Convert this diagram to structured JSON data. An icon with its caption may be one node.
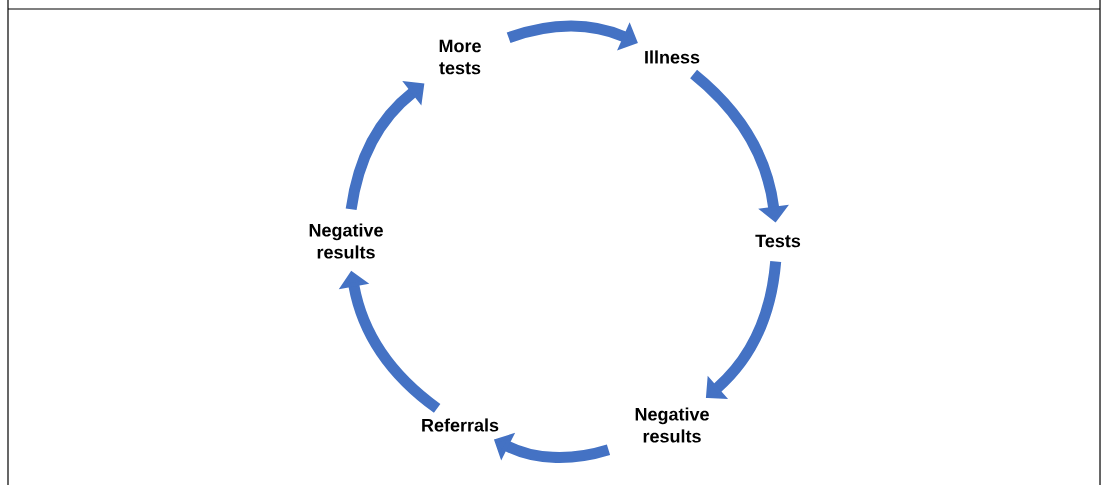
{
  "diagram": {
    "nodes": [
      {
        "text": [
          "More tests"
        ]
      },
      {
        "text": [
          "Illness"
        ]
      },
      {
        "text": [
          "Tests"
        ]
      },
      {
        "text": [
          "Negative results"
        ]
      },
      {
        "text": [
          "Referrals"
        ]
      },
      {
        "text": [
          "Negative results"
        ]
      }
    ],
    "edges": [
      {
        "from": 0,
        "to": 1,
        "arrow": "to"
      },
      {
        "from": 1,
        "to": 2,
        "arrow": "to"
      },
      {
        "from": 2,
        "to": 3,
        "arrow": "to"
      },
      {
        "from": 3,
        "to": 4,
        "arrow": "to"
      },
      {
        "from": 4,
        "to": 5,
        "arrow": "to"
      },
      {
        "from": 5,
        "to": 0,
        "arrow": "to"
      }
    ]
  }
}
